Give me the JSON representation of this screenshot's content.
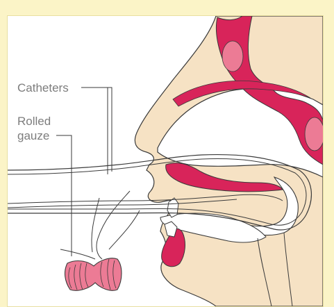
{
  "labels": {
    "catheters": "Catheters",
    "rolled_gauze_line1": "Rolled",
    "rolled_gauze_line2": "gauze"
  },
  "colors": {
    "background": "#fbf4c7",
    "skin": "#f6e2c4",
    "mucosa": "#d8245a",
    "mucosa_light": "#ec7b95",
    "outline": "#3a3a3a",
    "label_text": "#7d7d7d"
  }
}
